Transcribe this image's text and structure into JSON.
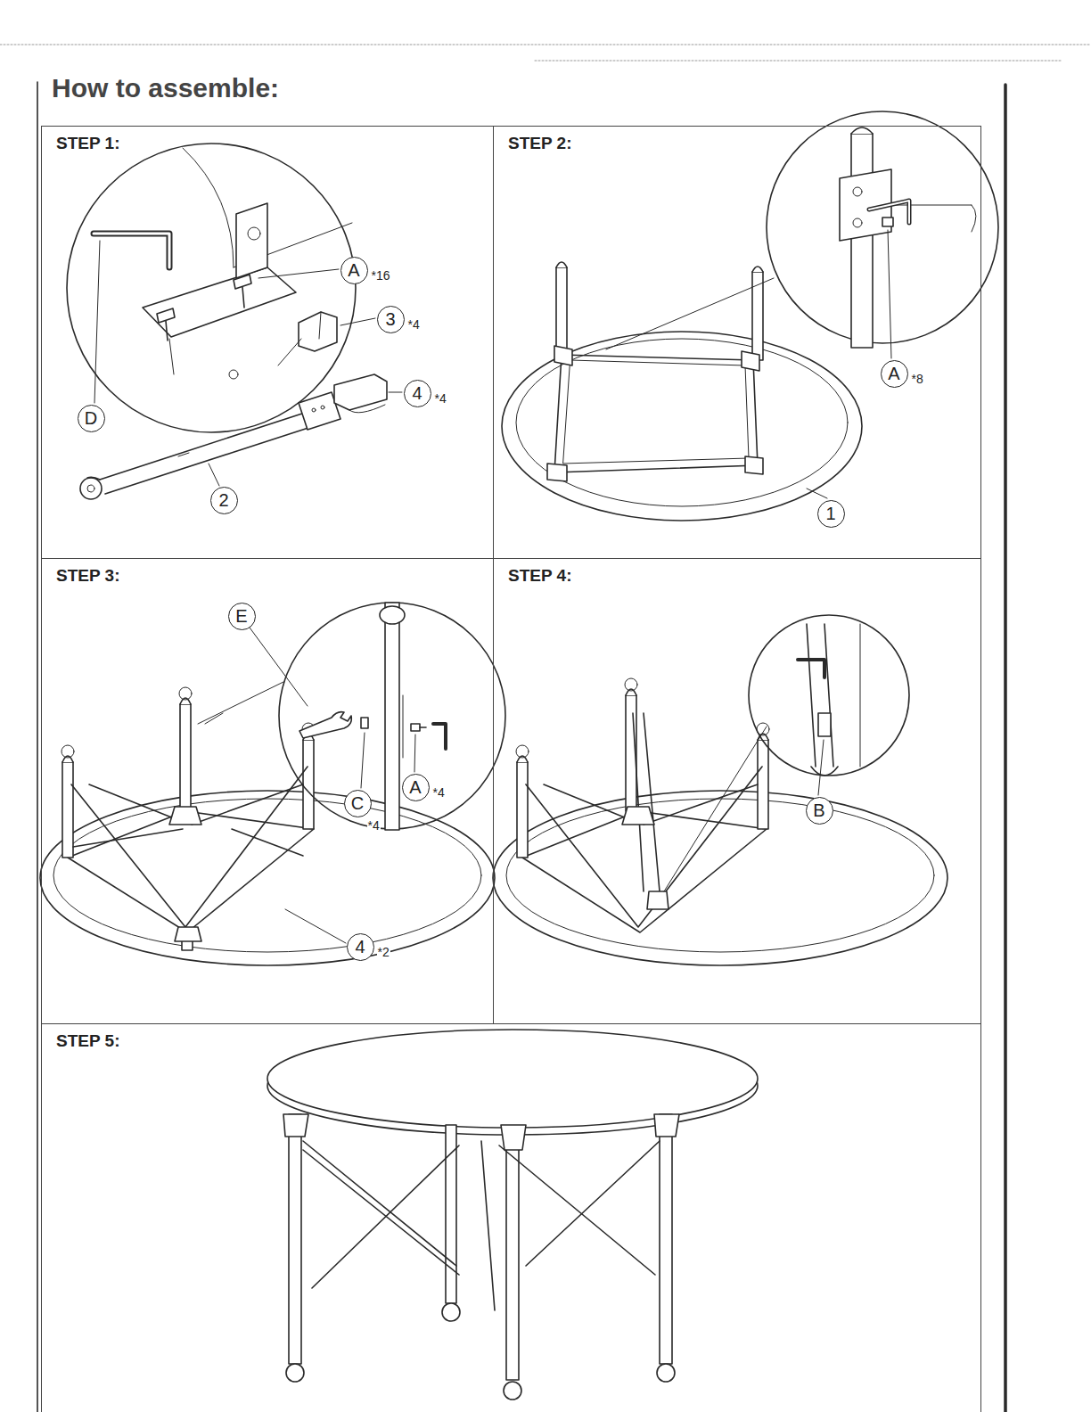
{
  "diagram": {
    "title": "How to assemble:",
    "nodes": [
      {
        "text": [
          "STEP 1:"
        ]
      },
      {
        "text": [
          "A",
          "*16"
        ],
        "in": 0
      },
      {
        "text": [
          "3",
          "*4"
        ],
        "in": 0
      },
      {
        "text": [
          "4",
          "*4"
        ],
        "in": 0
      },
      {
        "text": [
          "D"
        ],
        "in": 0
      },
      {
        "text": [
          "2"
        ],
        "in": 0
      },
      {
        "text": [
          "STEP 2:"
        ]
      },
      {
        "text": [
          "A",
          "*8"
        ],
        "in": 6
      },
      {
        "text": [
          "1"
        ],
        "in": 6
      },
      {
        "text": [
          "STEP 3:"
        ]
      },
      {
        "text": [
          "E"
        ],
        "in": 9
      },
      {
        "text": [
          "A",
          "*4"
        ],
        "in": 9
      },
      {
        "text": [
          "C",
          "*4"
        ],
        "in": 9
      },
      {
        "text": [
          "4",
          "*2"
        ],
        "in": 9
      },
      {
        "text": [
          "STEP 4:"
        ]
      },
      {
        "text": [
          "B"
        ],
        "in": 14
      },
      {
        "text": [
          "STEP 5:"
        ]
      }
    ]
  }
}
